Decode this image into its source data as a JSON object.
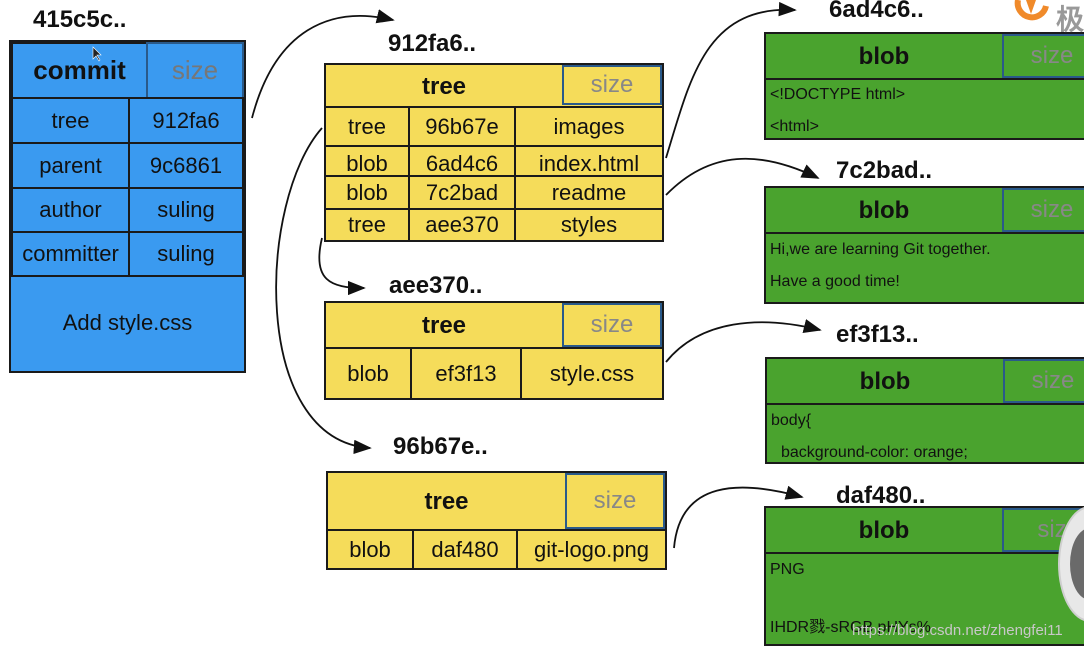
{
  "commit": {
    "hash": "415c5c..",
    "header": "commit",
    "size_label": "size",
    "rows": [
      {
        "key": "tree",
        "value": "912fa6"
      },
      {
        "key": "parent",
        "value": "9c6861"
      },
      {
        "key": "author",
        "value": "suling"
      },
      {
        "key": "committer",
        "value": "suling"
      }
    ],
    "message": "Add style.css"
  },
  "trees": {
    "t912": {
      "hash": "912fa6..",
      "header": "tree",
      "size_label": "size",
      "rows": [
        {
          "type": "tree",
          "hash": "96b67e",
          "name": "images"
        },
        {
          "type": "blob",
          "hash": "6ad4c6",
          "name": "index.html"
        },
        {
          "type": "blob",
          "hash": "7c2bad",
          "name": "readme"
        },
        {
          "type": "tree",
          "hash": "aee370",
          "name": "styles"
        }
      ]
    },
    "taee": {
      "hash": "aee370..",
      "header": "tree",
      "size_label": "size",
      "rows": [
        {
          "type": "blob",
          "hash": "ef3f13",
          "name": "style.css"
        }
      ]
    },
    "t96b": {
      "hash": "96b67e..",
      "header": "tree",
      "size_label": "size",
      "rows": [
        {
          "type": "blob",
          "hash": "daf480",
          "name": "git-logo.png"
        }
      ]
    }
  },
  "blobs": {
    "b6ad": {
      "hash": "6ad4c6..",
      "header": "blob",
      "size_label": "size",
      "lines": [
        "<!DOCTYPE html>",
        "<html>"
      ]
    },
    "b7c2": {
      "hash": "7c2bad..",
      "header": "blob",
      "size_label": "size",
      "lines": [
        "Hi,we are learning Git together.",
        "Have a good time!"
      ]
    },
    "bef3": {
      "hash": "ef3f13..",
      "header": "blob",
      "size_label": "size",
      "lines": [
        "body{",
        "  background-color: orange;"
      ]
    },
    "bdaf": {
      "hash": "daf480..",
      "header": "blob",
      "size_label": "siz",
      "lines": [
        "PNG",
        "IHDR戮-sRGB pHYs%"
      ]
    }
  },
  "corner_logo_text": "极",
  "watermark": "https://blog.csdn.net/zhengfei11",
  "colors": {
    "commit_blue": "#3a9af0",
    "tree_yellow": "#f5dc5a",
    "blob_green": "#4aa32e",
    "logo_orange": "#f08a2a"
  }
}
